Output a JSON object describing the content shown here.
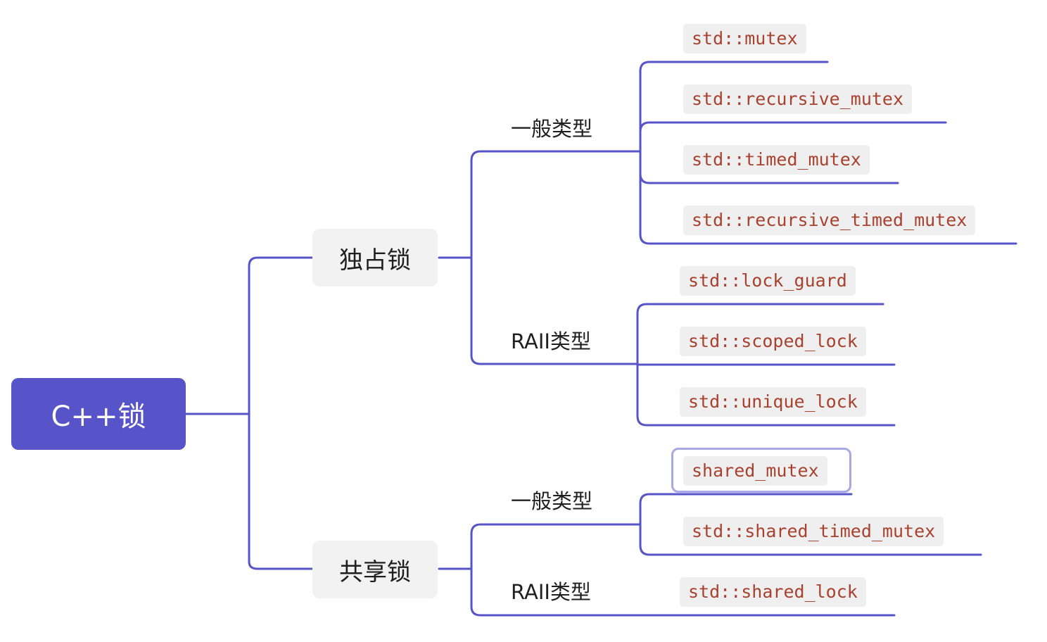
{
  "mindmap": {
    "root": {
      "label": "C++锁"
    },
    "branches": [
      {
        "label": "独占锁",
        "groups": [
          {
            "label": "一般类型",
            "items": [
              "std::mutex",
              "std::recursive_mutex",
              "std::timed_mutex",
              "std::recursive_timed_mutex"
            ]
          },
          {
            "label": "RAII类型",
            "items": [
              "std::lock_guard",
              "std::scoped_lock",
              "std::unique_lock"
            ]
          }
        ]
      },
      {
        "label": "共享锁",
        "groups": [
          {
            "label": "一般类型",
            "items": [
              "shared_mutex",
              "std::shared_timed_mutex"
            ]
          },
          {
            "label": "RAII类型",
            "items": [
              "std::shared_lock"
            ]
          }
        ]
      }
    ],
    "selected_item": "shared_mutex"
  },
  "colors": {
    "accent": "#5753c9",
    "selection": "#a9a7e6",
    "leaf_text": "#a9412f",
    "leaf_background": "#efefef",
    "topic_background": "#f2f2f2"
  }
}
